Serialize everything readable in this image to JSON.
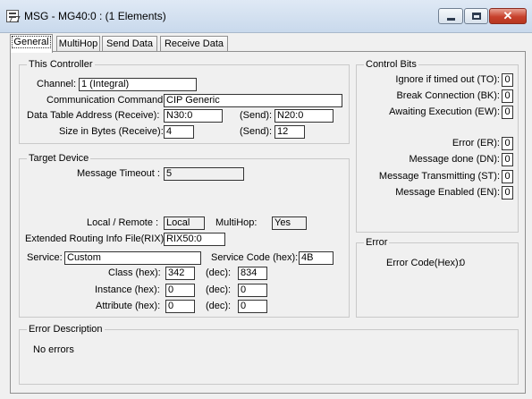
{
  "window": {
    "title": "MSG - MG40:0 : (1 Elements)"
  },
  "tabs": [
    {
      "label": "General",
      "active": true
    },
    {
      "label": "MultiHop"
    },
    {
      "label": "Send Data"
    },
    {
      "label": "Receive Data"
    }
  ],
  "this_controller": {
    "title": "This Controller",
    "channel_label": "Channel:",
    "channel_value": "1 (Integral)",
    "comm_command_label": "Communication Command:",
    "comm_command_value": "CIP Generic",
    "dta_receive_label": "Data Table Address (Receive):",
    "dta_receive_value": "N30:0",
    "dta_send_label": "(Send):",
    "dta_send_value": "N20:0",
    "size_receive_label": "Size in Bytes (Receive):",
    "size_receive_value": "4",
    "size_send_label": "(Send):",
    "size_send_value": "12"
  },
  "target_device": {
    "title": "Target Device",
    "timeout_label": "Message Timeout :",
    "timeout_value": "5",
    "local_remote_label": "Local / Remote :",
    "local_remote_value": "Local",
    "multihop_label": "MultiHop:",
    "multihop_value": "Yes",
    "rix_label": "Extended Routing Info File(RIX):",
    "rix_value": "RIX50:0",
    "service_label": "Service:",
    "service_value": "Custom",
    "service_code_label": "Service Code (hex):",
    "service_code_value": "4B",
    "class_label": "Class (hex):",
    "class_hex": "342",
    "class_dec": "834",
    "instance_label": "Instance (hex):",
    "instance_hex": "0",
    "instance_dec": "0",
    "attribute_label": "Attribute (hex):",
    "attribute_hex": "0",
    "attribute_dec": "0",
    "dec_label": "(dec):"
  },
  "control_bits": {
    "title": "Control Bits",
    "to_label": "Ignore if timed out (TO):",
    "to_value": "0",
    "bk_label": "Break Connection (BK):",
    "bk_value": "0",
    "ew_label": "Awaiting Execution (EW):",
    "ew_value": "0",
    "er_label": "Error (ER):",
    "er_value": "0",
    "dn_label": "Message done (DN):",
    "dn_value": "0",
    "st_label": "Message Transmitting (ST):",
    "st_value": "0",
    "en_label": "Message Enabled (EN):",
    "en_value": "0"
  },
  "error": {
    "title": "Error",
    "code_label": "Error Code(Hex):",
    "code_value": "0"
  },
  "error_description": {
    "title": "Error Description",
    "text": "No errors"
  }
}
